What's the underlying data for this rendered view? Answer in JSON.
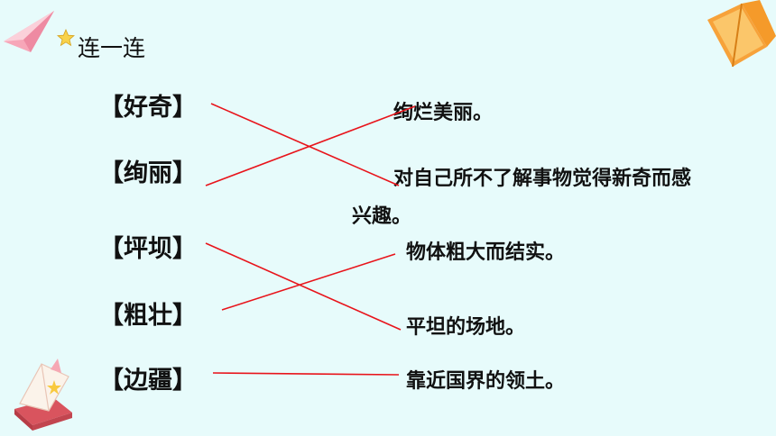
{
  "title": "连一连",
  "words": [
    "【好奇】",
    "【绚丽】",
    "【坪坝】",
    "【粗壮】",
    "【边疆】"
  ],
  "definitions": {
    "d1": "绚烂美丽。",
    "d2_line1": "对自己所不了解事物觉得新奇而感",
    "d2_line2": "兴趣。",
    "d3": "物体粗大而结实。",
    "d4": "平坦的场地。",
    "d5": "靠近国界的领土。"
  },
  "colors": {
    "line": "#e8141b",
    "background": "#e7fbfb"
  },
  "icons": [
    "paper-plane-icon",
    "star-icon",
    "open-book-icon",
    "book-stack-icon"
  ]
}
